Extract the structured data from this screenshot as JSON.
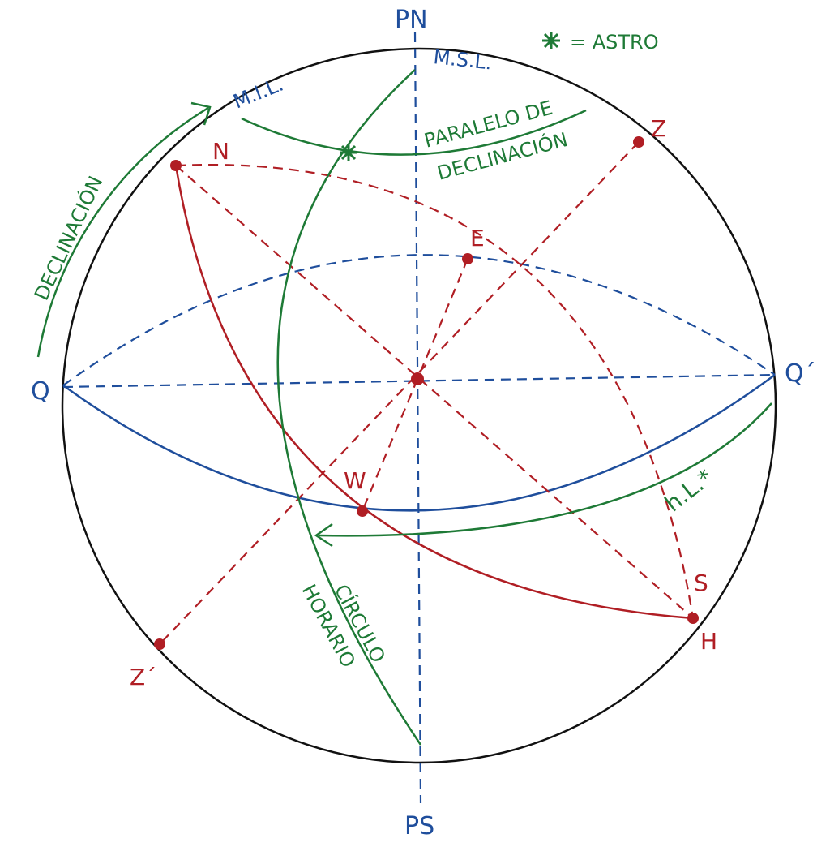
{
  "colors": {
    "sphere": "#111111",
    "blue": "#1f4e9c",
    "red": "#b01e24",
    "green": "#1e7a36"
  },
  "labels": {
    "pn": "PN",
    "ps": "PS",
    "q": "Q",
    "q_prime": "Q´",
    "msl": "M.S.L.",
    "mil": "M.I.L.",
    "n": "N",
    "z": "Z",
    "e": "E",
    "w": "W",
    "s": "S",
    "h": "H",
    "z_prime": "Z´",
    "hl": "h.L.*",
    "declinacion": "DECLINACIÓN",
    "paralelo_line1": "PARALELO DE",
    "paralelo_line2": "DECLINACIÓN",
    "circulo_line1": "CÍRCULO",
    "circulo_line2": "HORARIO"
  },
  "legend": {
    "symbol_icon": "asterisk-star-icon",
    "text": "= ASTRO"
  }
}
